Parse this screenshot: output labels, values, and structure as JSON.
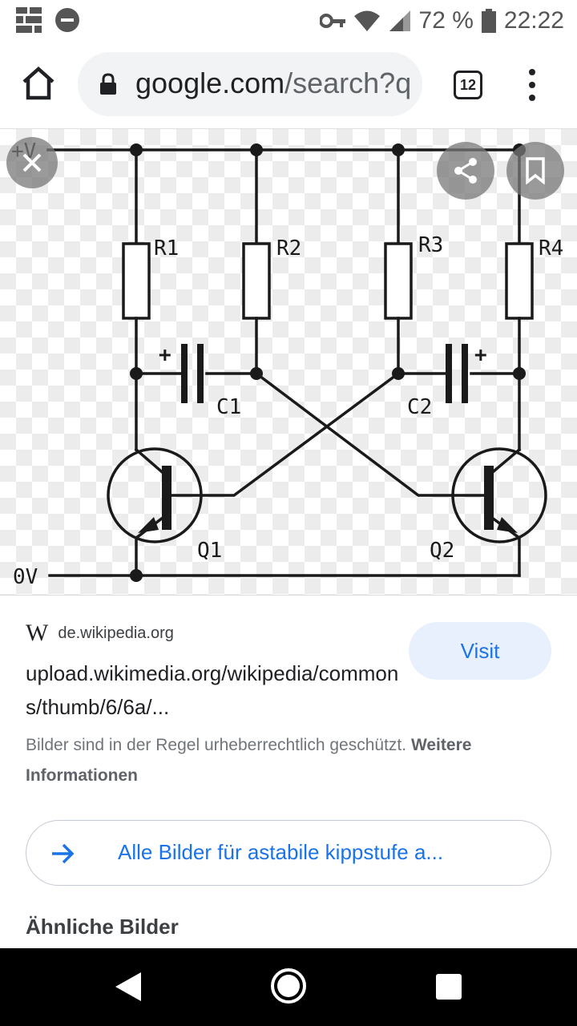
{
  "status_bar": {
    "battery_percent": "72 %",
    "time": "22:22",
    "icons": [
      "gallery-icon",
      "do-not-disturb-icon",
      "key-icon",
      "wifi-icon",
      "cellular-signal-icon",
      "battery-icon"
    ]
  },
  "address_bar": {
    "url_domain": "google.com",
    "url_path": "/search?q",
    "tab_count": "12",
    "icons": [
      "home-icon",
      "lock-icon",
      "more-vert-icon"
    ]
  },
  "image_viewer": {
    "circuit_labels": {
      "supply": "+V",
      "ground": "0V",
      "r1": "R1",
      "r2": "R2",
      "r3": "R3",
      "r4": "R4",
      "c1": "C1",
      "c2": "C2",
      "q1": "Q1",
      "q2": "Q2",
      "plus": "+"
    },
    "icons": [
      "close-icon",
      "share-icon",
      "bookmark-icon"
    ]
  },
  "result": {
    "source_logo": "W",
    "source_domain": "de.wikipedia.org",
    "visit_label": "Visit",
    "title": "upload.wikimedia.org/wikipedia/commons/thumb/6/6a/...",
    "copyright_text": "Bilder sind in der Regel urheberrechtlich geschützt.",
    "copyright_link": "Weitere Informationen",
    "all_images_label": "Alle Bilder für astabile kippstufe a...",
    "similar_heading": "Ähnliche Bilder"
  },
  "nav_bar": {
    "icons": [
      "back-icon",
      "home-circle-icon",
      "recent-apps-icon"
    ]
  }
}
